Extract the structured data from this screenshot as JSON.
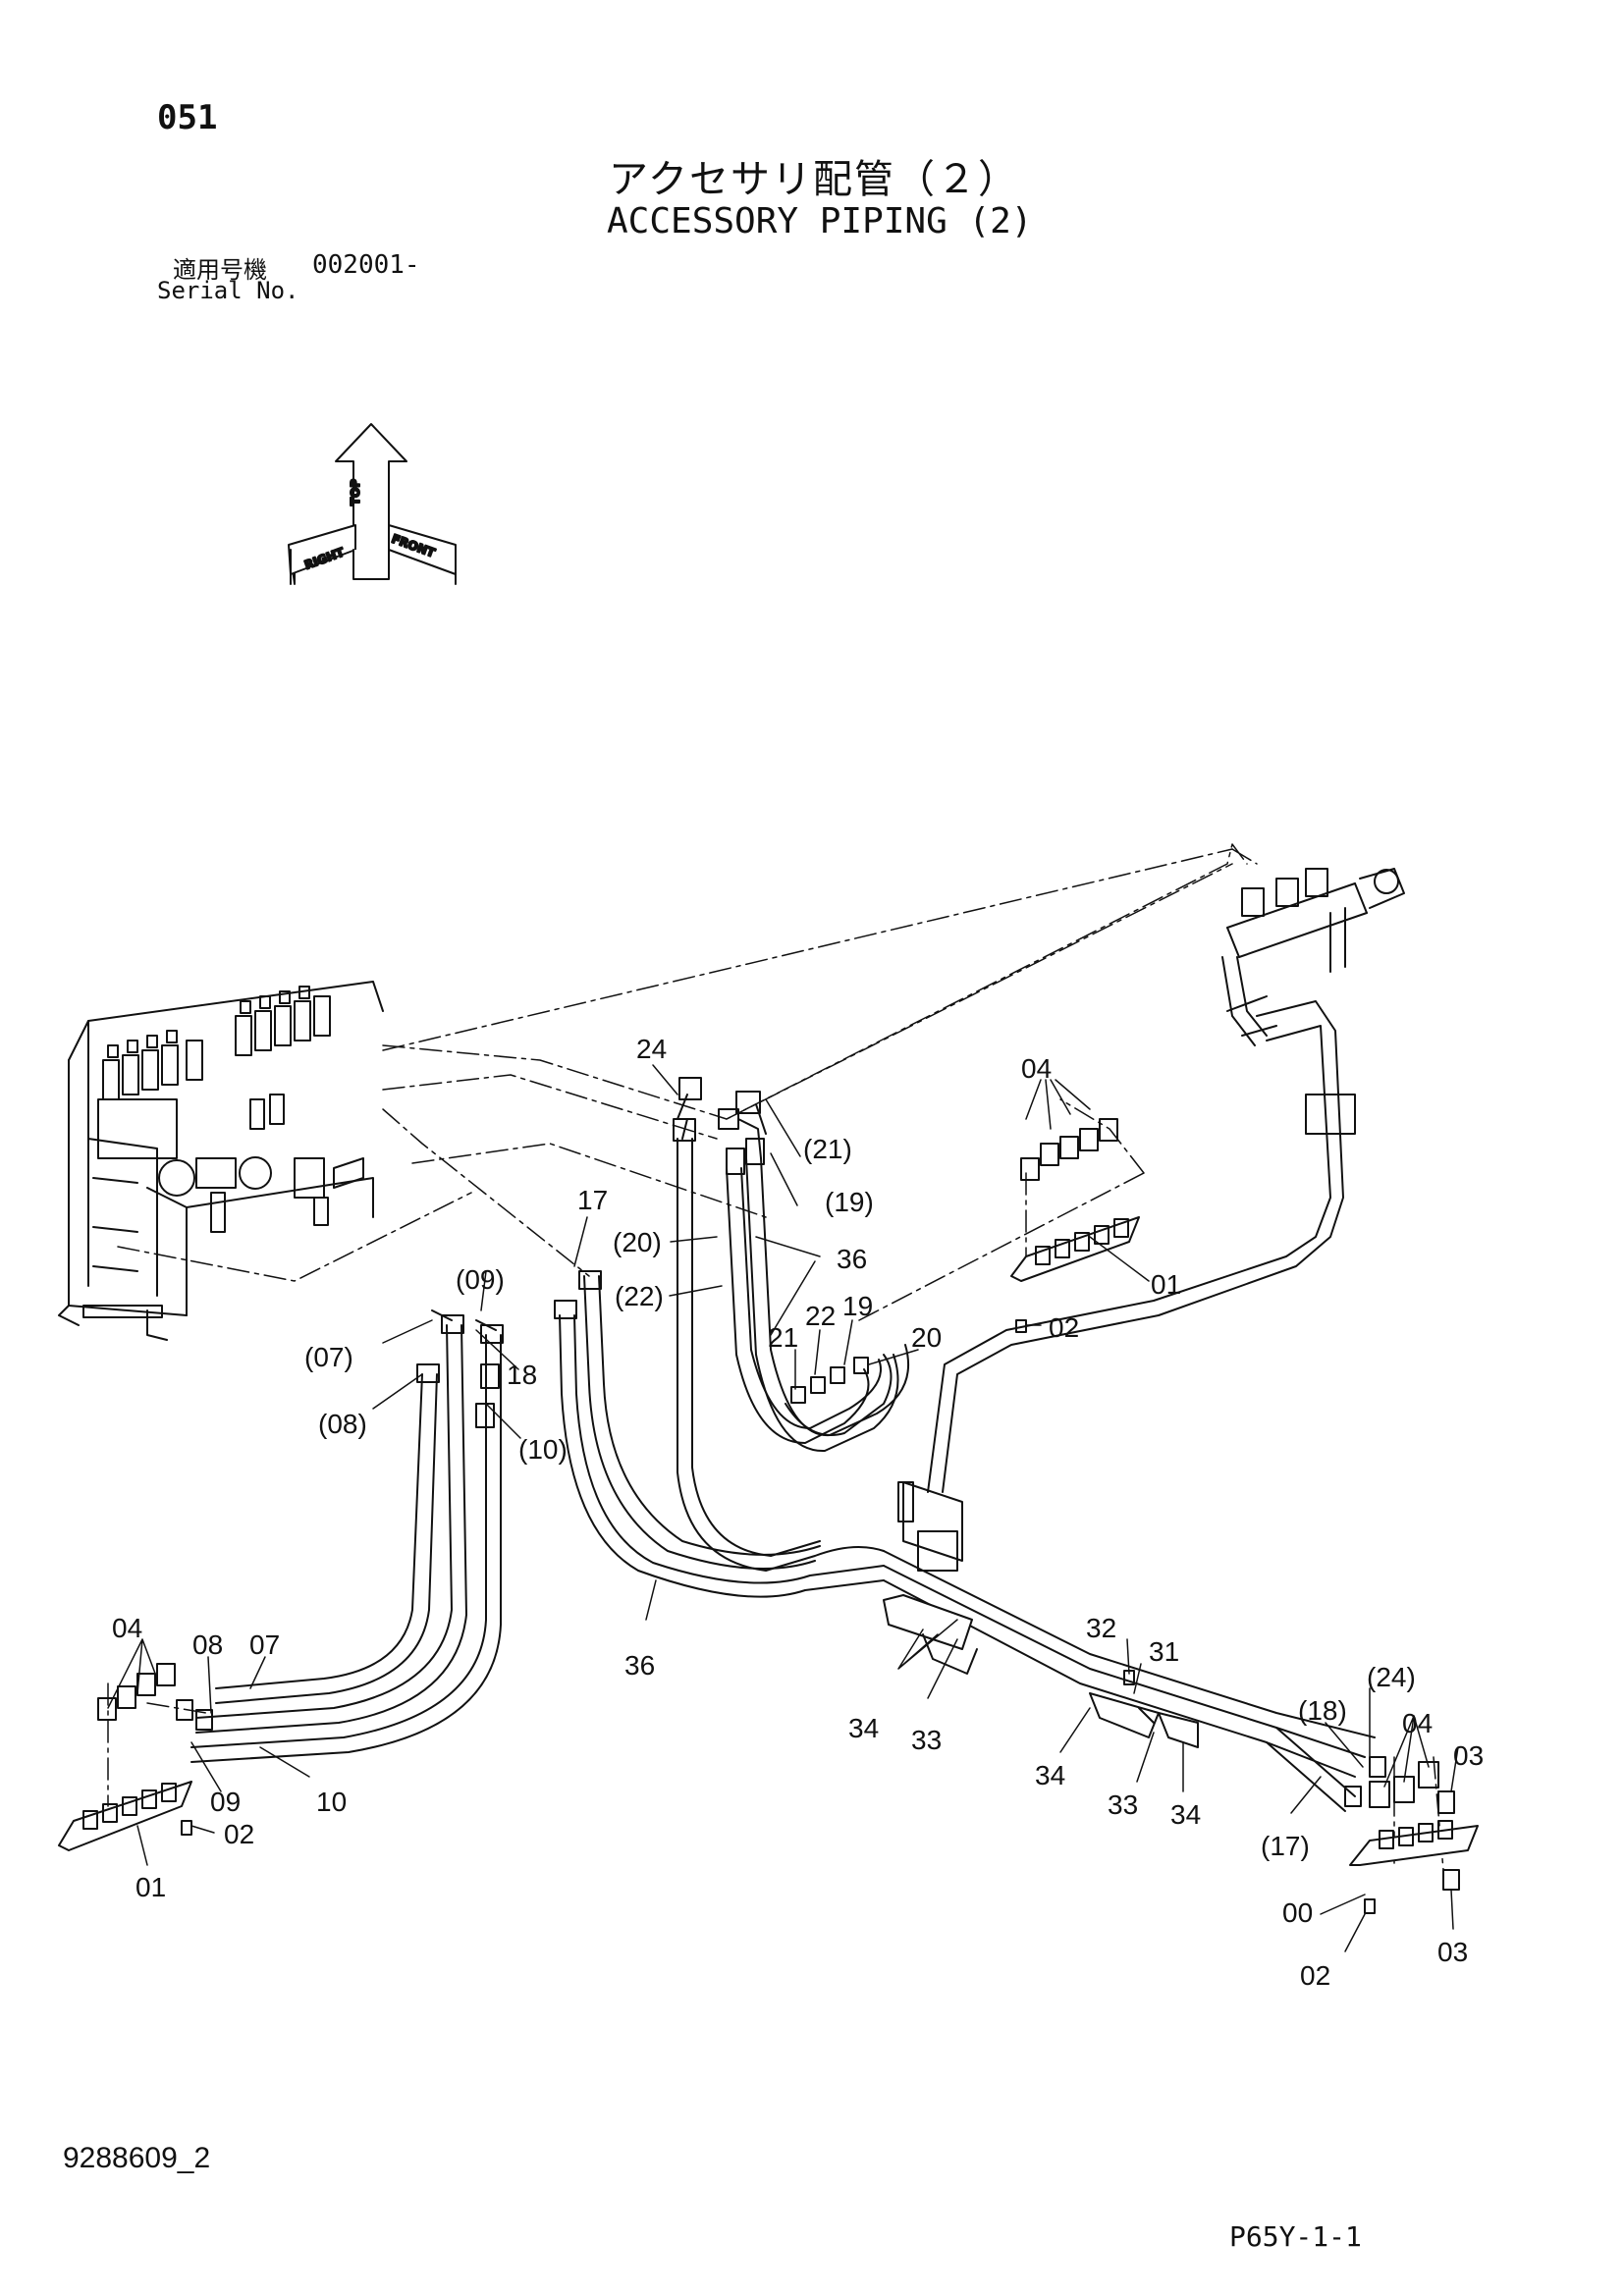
{
  "header": {
    "page_number": "051",
    "title_jp": "アクセサリ配管（２）",
    "title_en": "ACCESSORY PIPING (2)",
    "serial_label_jp": "適用号機",
    "serial_value": "002001-",
    "serial_label_en": "Serial No."
  },
  "orientation_indicator": {
    "top": "TOP",
    "front": "FRONT",
    "right": "RIGHT"
  },
  "callouts": {
    "c24_top": "24",
    "c04_top": "04",
    "c21_paren": "(21)",
    "c19_paren": "(19)",
    "c20_paren": "(20)",
    "c36_top": "36",
    "c22_paren": "(22)",
    "c17_top": "17",
    "c09_paren": "(09)",
    "c07_paren": "(07)",
    "c18_mid": "18",
    "c08_paren": "(08)",
    "c10_paren": "(10)",
    "c22": "22",
    "c19": "19",
    "c21": "21",
    "c20": "20",
    "c01_right": "01",
    "c02_right": "02",
    "c04_left": "04",
    "c08": "08",
    "c07": "07",
    "c09": "09",
    "c10": "10",
    "c02_left": "02",
    "c01_left": "01",
    "c36_bottom": "36",
    "c34_a": "34",
    "c33_a": "33",
    "c32": "32",
    "c31": "31",
    "c34_b": "34",
    "c33_b": "33",
    "c34_c": "34",
    "c18_paren": "(18)",
    "c24_paren": "(24)",
    "c04_bottom": "04",
    "c03_top": "03",
    "c17_paren": "(17)",
    "c00": "00",
    "c03_bottom": "03",
    "c02_bottom": "02"
  },
  "footer": {
    "doc_code": "9288609_2",
    "page_code": "P65Y-1-1"
  }
}
